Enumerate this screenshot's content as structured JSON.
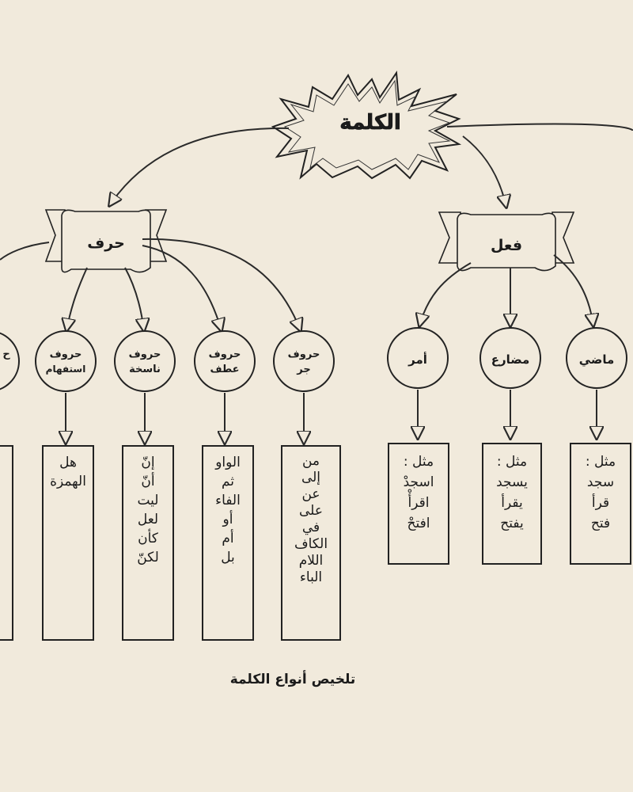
{
  "root": {
    "title": "الكلمة"
  },
  "categories": {
    "harf": "حرف",
    "fil": "فعل"
  },
  "harf_types": [
    {
      "line1": "حروف",
      "line2": "جر"
    },
    {
      "line1": "حروف",
      "line2": "عطف"
    },
    {
      "line1": "حروف",
      "line2": "ناسخة"
    },
    {
      "line1": "حروف",
      "line2": "استفهام"
    },
    {
      "line1": "ح",
      "line2": ""
    }
  ],
  "harf_examples": [
    [
      "من",
      "إلى",
      "عن",
      "على",
      "في",
      "الكاف",
      "اللام",
      "الباء"
    ],
    [
      "الواو",
      "ثم",
      "الفاء",
      "أو",
      "أم",
      "بل"
    ],
    [
      "إنّ",
      "أنّ",
      "ليت",
      "لعل",
      "كأن",
      "لكنّ"
    ],
    [
      "هل",
      "الهمزة"
    ]
  ],
  "fil_types": [
    "ماضي",
    "مضارع",
    "أمر"
  ],
  "fil_examples": [
    [
      "مثل :",
      "سجد",
      "قرأ",
      "فتح"
    ],
    [
      "مثل :",
      "يسجد",
      "يقرأ",
      "يفتح"
    ],
    [
      "مثل :",
      "اسجدْ",
      "اقرأْ",
      "افتحْ"
    ]
  ],
  "caption": "تلخيص أنواع الكلمة"
}
